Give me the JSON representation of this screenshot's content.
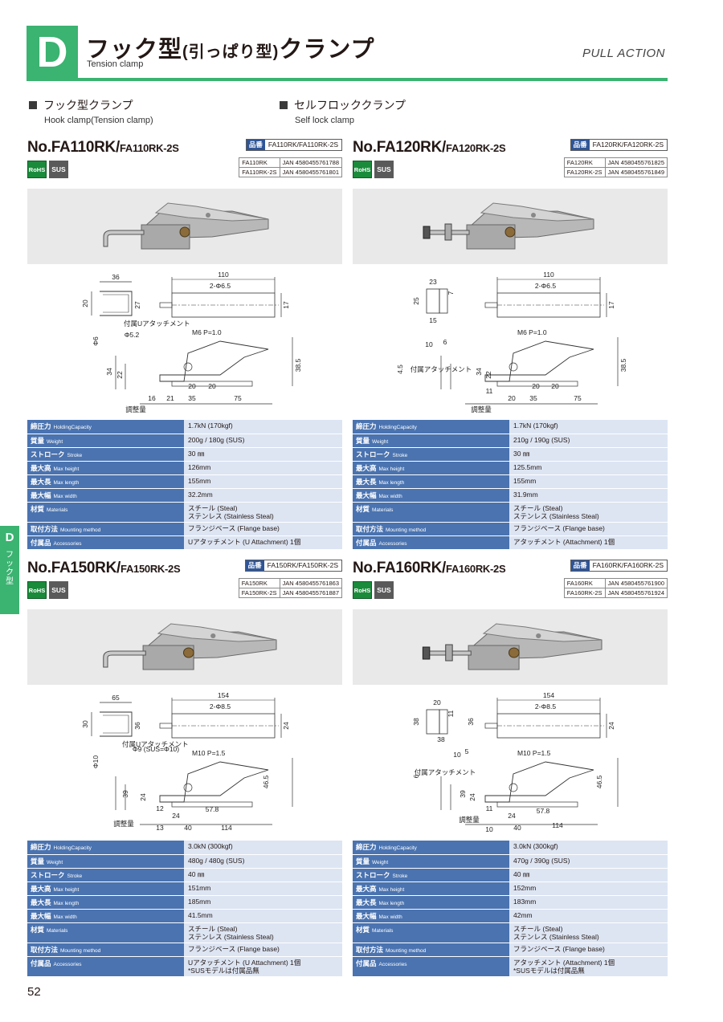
{
  "header": {
    "section_letter": "D",
    "title_main": "フック型",
    "title_paren": "(引っぱり型)",
    "title_tail": "クランプ",
    "subtitle": "Tension clamp",
    "pull_action": "PULL ACTION"
  },
  "categories": [
    {
      "jp": "フック型クランプ",
      "en": "Hook clamp(Tension clamp)"
    },
    {
      "jp": "セルフロッククランプ",
      "en": "Self lock clamp"
    }
  ],
  "side_tab": {
    "letter": "D",
    "label": "フック型"
  },
  "page_number": "52",
  "labels": {
    "part_no": "品番",
    "rohs": "RoHS",
    "sus": "SUS"
  },
  "spec_labels": [
    {
      "jp": "締圧力",
      "en": "HoldingCapacity"
    },
    {
      "jp": "質量",
      "en": "Weight"
    },
    {
      "jp": "ストローク",
      "en": "Stroke"
    },
    {
      "jp": "最大高",
      "en": "Max height"
    },
    {
      "jp": "最大長",
      "en": "Max length"
    },
    {
      "jp": "最大幅",
      "en": "Max width"
    },
    {
      "jp": "材質",
      "en": "Materials"
    },
    {
      "jp": "取付方法",
      "en": "Mounting method"
    },
    {
      "jp": "付属品",
      "en": "Accessories"
    }
  ],
  "products": [
    {
      "model_main": "No.FA110RK/",
      "model_sub": "FA110RK-2S",
      "part_no": "FA110RK/FA110RK-2S",
      "jan": [
        [
          "FA110RK",
          "JAN 4580455761788"
        ],
        [
          "FA110RK-2S",
          "JAN 4580455761801"
        ]
      ],
      "specs": {
        "holding": "1.7kN (170kgf)",
        "weight": "200g / 180g (SUS)",
        "stroke": "30 ㎜",
        "max_height": "126mm",
        "max_length": "155mm",
        "max_width": "32.2mm",
        "materials": [
          "スチール (Steal)",
          "ステンレス (Stainless Steal)"
        ],
        "mounting": "フランジベース (Flange base)",
        "accessories": [
          "Uアタッチメント (U Attachment) 1個"
        ]
      },
      "dims": {
        "total": "110",
        "hole": "2-Φ6.5",
        "w17": "17",
        "u_w": "36",
        "u_h": "20",
        "d27": "27",
        "phi6": "Φ6",
        "phi52": "Φ5.2",
        "thread": "M6 P=1.0",
        "h34": "34",
        "h22": "22",
        "h385": "38.5",
        "a20": "20",
        "b20": "20",
        "c16": "16",
        "c21": "21",
        "c35": "35",
        "c75": "75",
        "attach": "付属Uアタッチメント",
        "adjust": "調整量"
      }
    },
    {
      "model_main": "No.FA120RK/",
      "model_sub": "FA120RK-2S",
      "part_no": "FA120RK/FA120RK-2S",
      "jan": [
        [
          "FA120RK",
          "JAN 4580455761825"
        ],
        [
          "FA120RK-2S",
          "JAN 4580455761849"
        ]
      ],
      "specs": {
        "holding": "1.7kN (170kgf)",
        "weight": "210g / 190g (SUS)",
        "stroke": "30 ㎜",
        "max_height": "125.5mm",
        "max_length": "155mm",
        "max_width": "31.9mm",
        "materials": [
          "スチール (Steal)",
          "ステンレス (Stainless Steal)"
        ],
        "mounting": "フランジベース (Flange base)",
        "accessories": [
          "アタッチメント (Attachment) 1個"
        ]
      },
      "dims": {
        "total": "110",
        "hole": "2-Φ6.5",
        "w17": "17",
        "a23": "23",
        "a7": "7",
        "a25": "25",
        "a15": "15",
        "b10": "10",
        "b6": "6",
        "b45": "4.5",
        "thread": "M6 P=1.0",
        "h34": "34",
        "h22": "22",
        "h385": "38.5",
        "a20": "20",
        "b20": "20",
        "c11": "11",
        "c20": "20",
        "c35": "35",
        "c75": "75",
        "attach": "付属アタッチメント",
        "adjust": "調整量"
      }
    },
    {
      "model_main": "No.FA150RK/",
      "model_sub": "FA150RK-2S",
      "part_no": "FA150RK/FA150RK-2S",
      "jan": [
        [
          "FA150RK",
          "JAN 4580455761863"
        ],
        [
          "FA150RK-2S",
          "JAN 4580455761887"
        ]
      ],
      "specs": {
        "holding": "3.0kN (300kgf)",
        "weight": "480g / 480g (SUS)",
        "stroke": "40 ㎜",
        "max_height": "151mm",
        "max_length": "185mm",
        "max_width": "41.5mm",
        "materials": [
          "スチール (Steal)",
          "ステンレス (Stainless Steal)"
        ],
        "mounting": "フランジベース (Flange base)",
        "accessories": [
          "Uアタッチメント (U Attachment) 1個",
          "*SUSモデルは付属品無"
        ]
      },
      "dims": {
        "total": "154",
        "hole": "2-Φ8.5",
        "w24": "24",
        "u_w": "65",
        "u_h": "30",
        "d36": "36",
        "phi10": "Φ10",
        "phi9": "Φ9 (SUS=Φ10)",
        "thread": "M10 P=1.5",
        "h39": "39",
        "h24": "24",
        "h465": "46.5",
        "c12": "12",
        "c24": "24",
        "c578": "57.8",
        "c13": "13",
        "c40": "40",
        "c114": "114",
        "attach": "付属Uアタッチメント",
        "adjust": "調整量"
      }
    },
    {
      "model_main": "No.FA160RK/",
      "model_sub": "FA160RK-2S",
      "part_no": "FA160RK/FA160RK-2S",
      "jan": [
        [
          "FA160RK",
          "JAN 4580455761900"
        ],
        [
          "FA160RK-2S",
          "JAN 4580455761924"
        ]
      ],
      "specs": {
        "holding": "3.0kN (300kgf)",
        "weight": "470g / 390g (SUS)",
        "stroke": "40 ㎜",
        "max_height": "152mm",
        "max_length": "183mm",
        "max_width": "42mm",
        "materials": [
          "スチール (Steal)",
          "ステンレス (Stainless Steal)"
        ],
        "mounting": "フランジベース (Flange base)",
        "accessories": [
          "アタッチメント (Attachment) 1個",
          "*SUSモデルは付属品無"
        ]
      },
      "dims": {
        "total": "154",
        "hole": "2-Φ8.5",
        "w24": "24",
        "a20": "20",
        "a11": "11",
        "a38": "38",
        "a36": "36",
        "a38b": "38",
        "b10": "10",
        "b5": "5",
        "b6": "6",
        "thread": "M10 P=1.5",
        "h39": "39",
        "h24": "24",
        "h465": "46.5",
        "c11": "11",
        "c24": "24",
        "c578": "57.8",
        "c10": "10",
        "c40": "40",
        "c114": "114",
        "attach": "付属アタッチメント",
        "adjust": "調整量"
      }
    }
  ],
  "colors": {
    "accent_green": "#3bb371",
    "spec_header_blue": "#4a73b0",
    "spec_value_bg": "#dde5f3",
    "part_no_label": "#2f5597"
  },
  "icons": [
    "square-bullet-icon",
    "rohs-badge-icon",
    "sus-badge-icon"
  ]
}
